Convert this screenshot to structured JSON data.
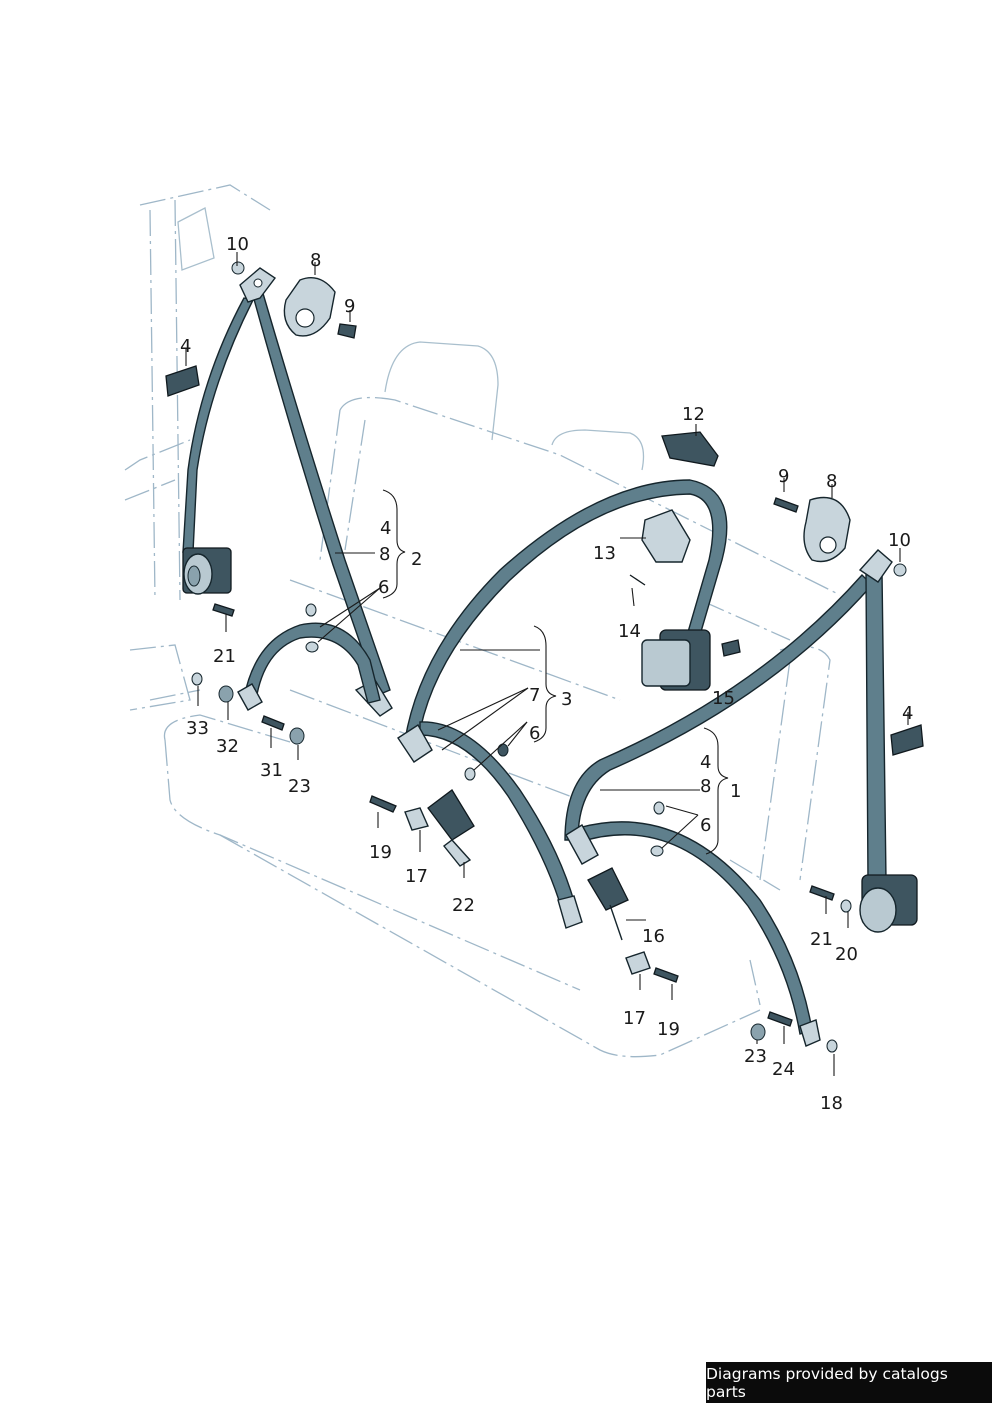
{
  "callouts": [
    "1",
    "2",
    "3",
    "4",
    "6",
    "7",
    "8",
    "9",
    "10",
    "12",
    "13",
    "14",
    "15",
    "16",
    "17",
    "18",
    "19",
    "20",
    "21",
    "22",
    "23",
    "24",
    "31",
    "32",
    "33"
  ],
  "credit": "Diagrams provided by catalogs parts"
}
